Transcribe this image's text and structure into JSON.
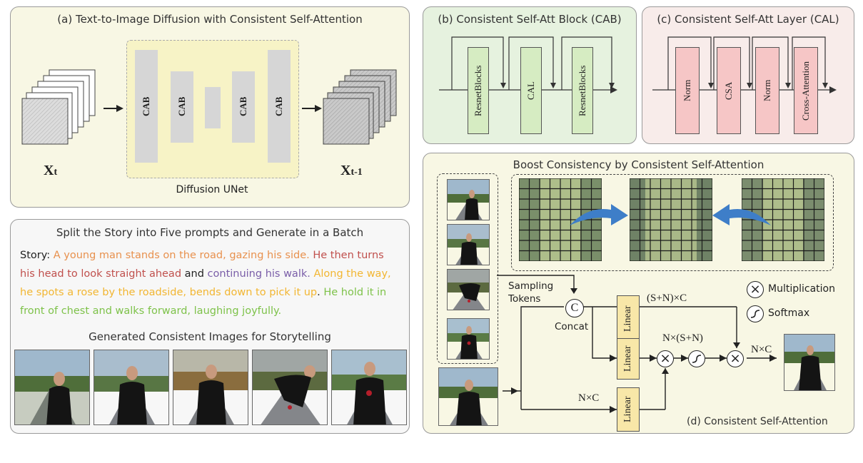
{
  "panel_a": {
    "title": "(a) Text-to-Image Diffusion with Consistent Self-Attention",
    "cab_labels": [
      "CAB",
      "CAB",
      "CAB",
      "CAB"
    ],
    "unet_label": "Diffusion UNet",
    "xt_base": "X",
    "xt_sub": "t",
    "xt1_base": "X",
    "xt1_sub": "t-1"
  },
  "panel_b": {
    "title": "(b) Consistent Self-Att Block (CAB)",
    "blocks": [
      "ResnetBlocks",
      "CAL",
      "ResnetBlocks"
    ]
  },
  "panel_c": {
    "title": "(c) Consistent Self-Att Layer (CAL)",
    "blocks": [
      "Norm",
      "CSA",
      "Norm",
      "Cross-Attention"
    ]
  },
  "panel_story": {
    "title": "Split the Story into Five prompts  and Generate in a Batch",
    "story_label": "Story:",
    "segments": [
      {
        "text": "A young man stands on the road, gazing his side.",
        "color": "#e8914e"
      },
      {
        "text": "He then turns his head to look straight ahead",
        "color": "#c0504d"
      },
      {
        "text": "and",
        "color": "#222222"
      },
      {
        "text": "continuing his walk.",
        "color": "#7a5ea8"
      },
      {
        "text": "Along the way, he spots a rose by the roadside, bends down to pick it up",
        "color": "#f2b632"
      },
      {
        "text": ".",
        "color": "#222222"
      },
      {
        "text": "He hold it in front of chest and walks forward, laughing joyfully.",
        "color": "#7ec24a"
      }
    ],
    "gallery_title": "Generated Consistent Images for Storytelling"
  },
  "panel_d": {
    "title": "Boost Consistency by Consistent Self-Attention",
    "sampling_label_1": "Sampling",
    "sampling_label_2": "Tokens",
    "concat_symbol": "C",
    "concat_label": "Concat",
    "linear_labels": [
      "Linear",
      "Linear",
      "Linear"
    ],
    "dim_top": "(S+N)×C",
    "dim_mid": "N×(S+N)",
    "dim_out": "N×C",
    "dim_bottom": "N×C",
    "legend_mult": "Multiplication",
    "legend_softmax": "Softmax",
    "caption": "(d) Consistent Self-Attention"
  },
  "colors": {
    "panel_a_bg": "#f8f7e4",
    "unet_bg": "#f7f3c6",
    "panel_b_bg": "#e6f2df",
    "block_green": "#d6ecc2",
    "panel_c_bg": "#f8ecea",
    "block_pink": "#f6c6c6",
    "panel_d_bg": "#f8f7e4",
    "linear_yellow": "#f8e7a8",
    "arrow_blue": "#3e7ec8"
  }
}
